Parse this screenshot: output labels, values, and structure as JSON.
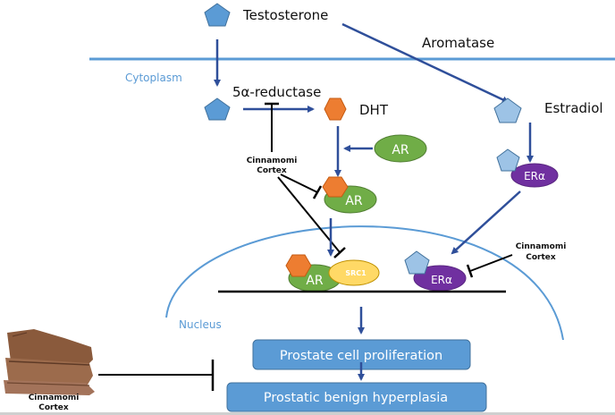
{
  "molecules": {
    "testosterone": "Testosterone",
    "aromatase": "Aromatase",
    "reductase": "5α-reductase",
    "dht": "DHT",
    "estradiol": "Estradiol"
  },
  "compartments": {
    "cytoplasm": "Cytoplasm",
    "nucleus": "Nucleus"
  },
  "receptors": {
    "ar_free": "AR",
    "ar_bound": "AR",
    "ar_nuclear": "AR",
    "src1": "SRC1",
    "er_cyto": "ERα",
    "er_nuclear": "ERα"
  },
  "inhibitor": {
    "line1": "Cinnamomi",
    "line2": "Cortex"
  },
  "outcomes": {
    "proliferation": "Prostate cell proliferation",
    "bph": "Prostatic benign hyperplasia"
  },
  "colors": {
    "arrow": "#2f4f9a",
    "membrane": "#5b9bd5",
    "testosterone": "#5b9bd5",
    "estradiol": "#9dc3e6",
    "dht": "#ed7d31",
    "ar": "#70ad47",
    "er": "#7030a0",
    "src1": "#ffd966",
    "outcome_box": "#5b9bd5"
  }
}
